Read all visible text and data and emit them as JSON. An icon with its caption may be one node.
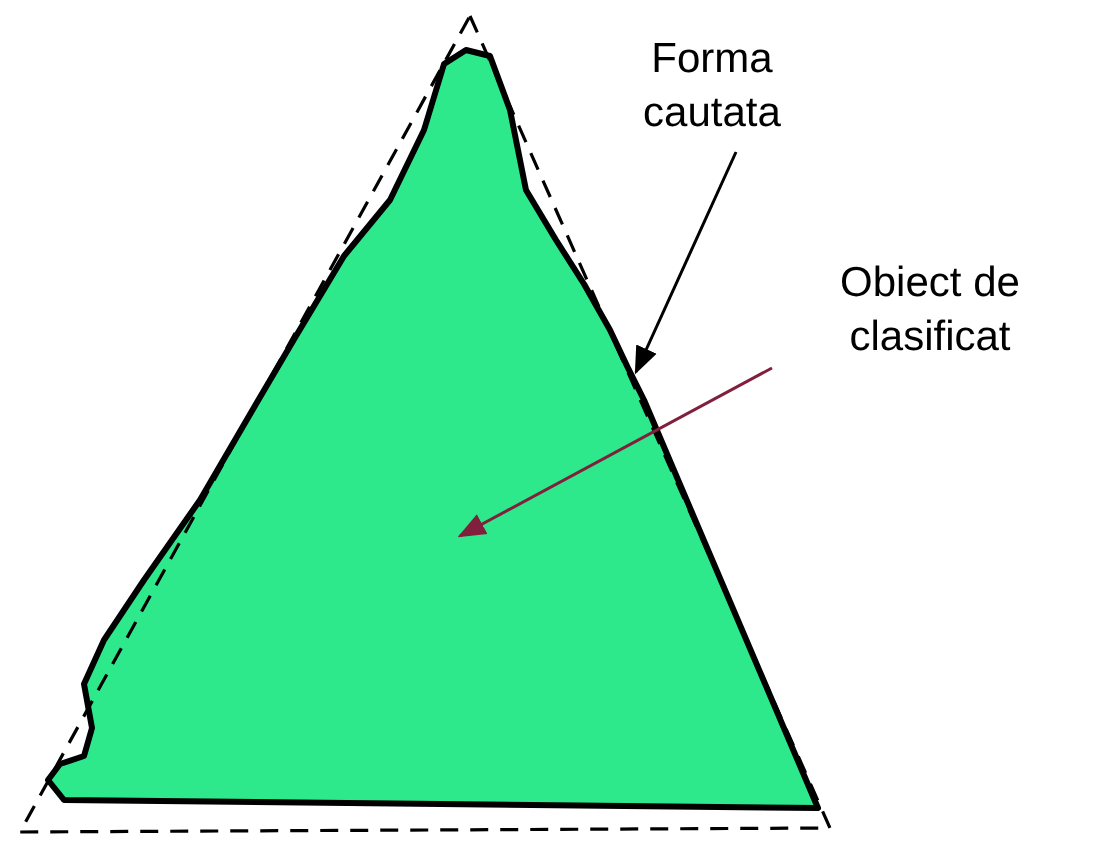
{
  "diagram": {
    "nodes": [
      {
        "text": [
          "Forma cautata"
        ]
      },
      {
        "text": [
          "Obiect de clasificat"
        ]
      },
      {
        "text": [],
        "shape": "triangle"
      },
      {
        "text": [],
        "shape": "polygon"
      }
    ],
    "edges": [
      {
        "from": 0,
        "to": 2,
        "arrow": "to"
      },
      {
        "from": 1,
        "to": 3,
        "arrow": "to",
        "color": "#80203c"
      }
    ]
  }
}
